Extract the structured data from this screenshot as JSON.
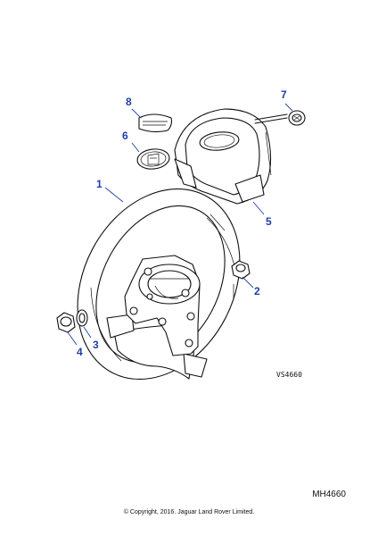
{
  "callouts": [
    {
      "id": "1",
      "label": "1"
    },
    {
      "id": "2",
      "label": "2"
    },
    {
      "id": "3",
      "label": "3"
    },
    {
      "id": "4",
      "label": "4"
    },
    {
      "id": "5",
      "label": "5"
    },
    {
      "id": "6",
      "label": "6"
    },
    {
      "id": "7",
      "label": "7"
    },
    {
      "id": "8",
      "label": "8"
    }
  ],
  "drawing_code": "VS4660",
  "sheet_id": "MH4660",
  "copyright": "© Copyright, 2016. Jaguar Land Rover Limited.",
  "colors": {
    "callout": "#1f3fa8",
    "ink": "#111111",
    "background": "#ffffff"
  }
}
